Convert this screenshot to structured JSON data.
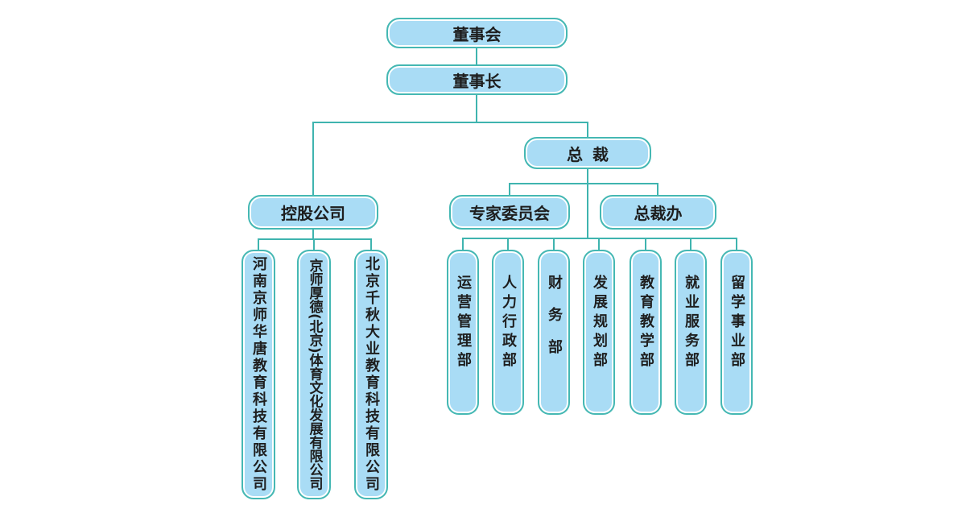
{
  "nodes": {
    "board": "董事会",
    "chairman": "董事长",
    "president": "总裁",
    "holding": "控股公司",
    "expert_committee": "专家委员会",
    "president_office": "总裁办",
    "companies": [
      "河南京师华唐教育科技有限公司",
      "京师厚德(北京)体育文化发展有限公司",
      "北京千秋大业教育科技有限公司"
    ],
    "departments": [
      "运营管理部",
      "人力行政部",
      "财务部",
      "发展规划部",
      "教育教学部",
      "就业服务部",
      "留学事业部"
    ]
  },
  "colors": {
    "fill": "#a9dcf5",
    "border": "#45b8b3",
    "line": "#3fb4af",
    "text": "#1e1e1e"
  }
}
